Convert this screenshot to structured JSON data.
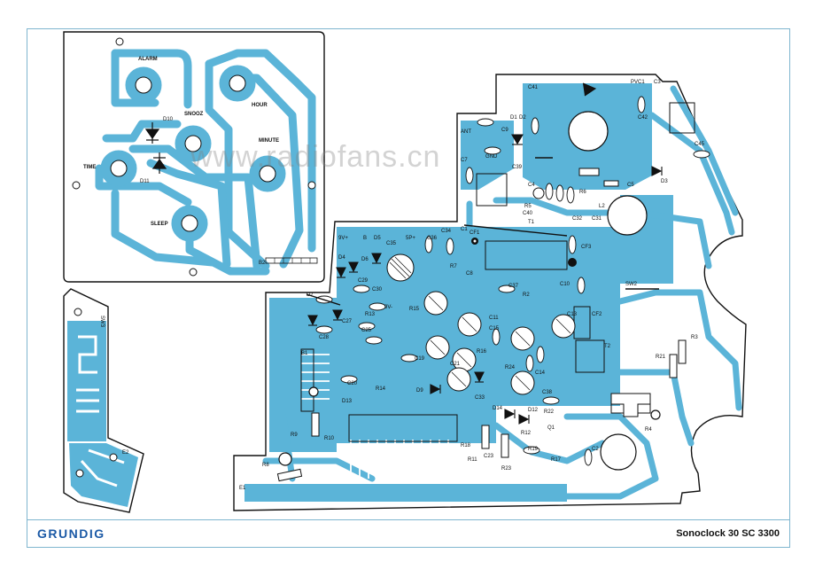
{
  "footer": {
    "brand": "GRUNDIG",
    "model": "Sonoclock 30 SC 3300"
  },
  "watermark": "www.radiofans.cn",
  "colors": {
    "trace": "#5bb4d8",
    "frame": "#7fb6cf",
    "brand": "#1c5aa6",
    "outline": "#111111"
  },
  "key_board": {
    "labels": [
      "ALARM",
      "SNOOZ",
      "HOUR",
      "MINUTE",
      "TIME",
      "SLEEP",
      "D10",
      "D11",
      "B2"
    ]
  },
  "switch_board": {
    "labels": [
      "SW3",
      "E2"
    ]
  },
  "main_board": {
    "labels": [
      "C41",
      "PVC1",
      "C3",
      "C42",
      "C45",
      "D1",
      "D2",
      "C9",
      "ANT",
      "GND",
      "C7",
      "C39",
      "D3",
      "C4",
      "C5",
      "R6",
      "R5",
      "C40",
      "C32",
      "C31",
      "CF1",
      "CF3",
      "C35",
      "C36",
      "C34",
      "C1",
      "9V+",
      "B",
      "D5",
      "D4",
      "D6",
      "5P+",
      "R7",
      "C8",
      "C30",
      "C10",
      "SW2",
      "D7",
      "C29",
      "C37",
      "R2",
      "C13",
      "CF2",
      "9V-",
      "R15",
      "C11",
      "C15",
      "R13",
      "C28",
      "C25",
      "C27",
      "C14",
      "T2",
      "B1",
      "C19",
      "C20",
      "R14",
      "D9",
      "D13",
      "R24",
      "C33",
      "C21",
      "R3",
      "R21",
      "R16",
      "C38",
      "D12",
      "D14",
      "R22",
      "R12",
      "R19",
      "R10",
      "R9",
      "R4",
      "Q1",
      "R17",
      "C2",
      "R11",
      "C23",
      "R23",
      "R8",
      "E1",
      "T1",
      "L2",
      "R18"
    ]
  }
}
